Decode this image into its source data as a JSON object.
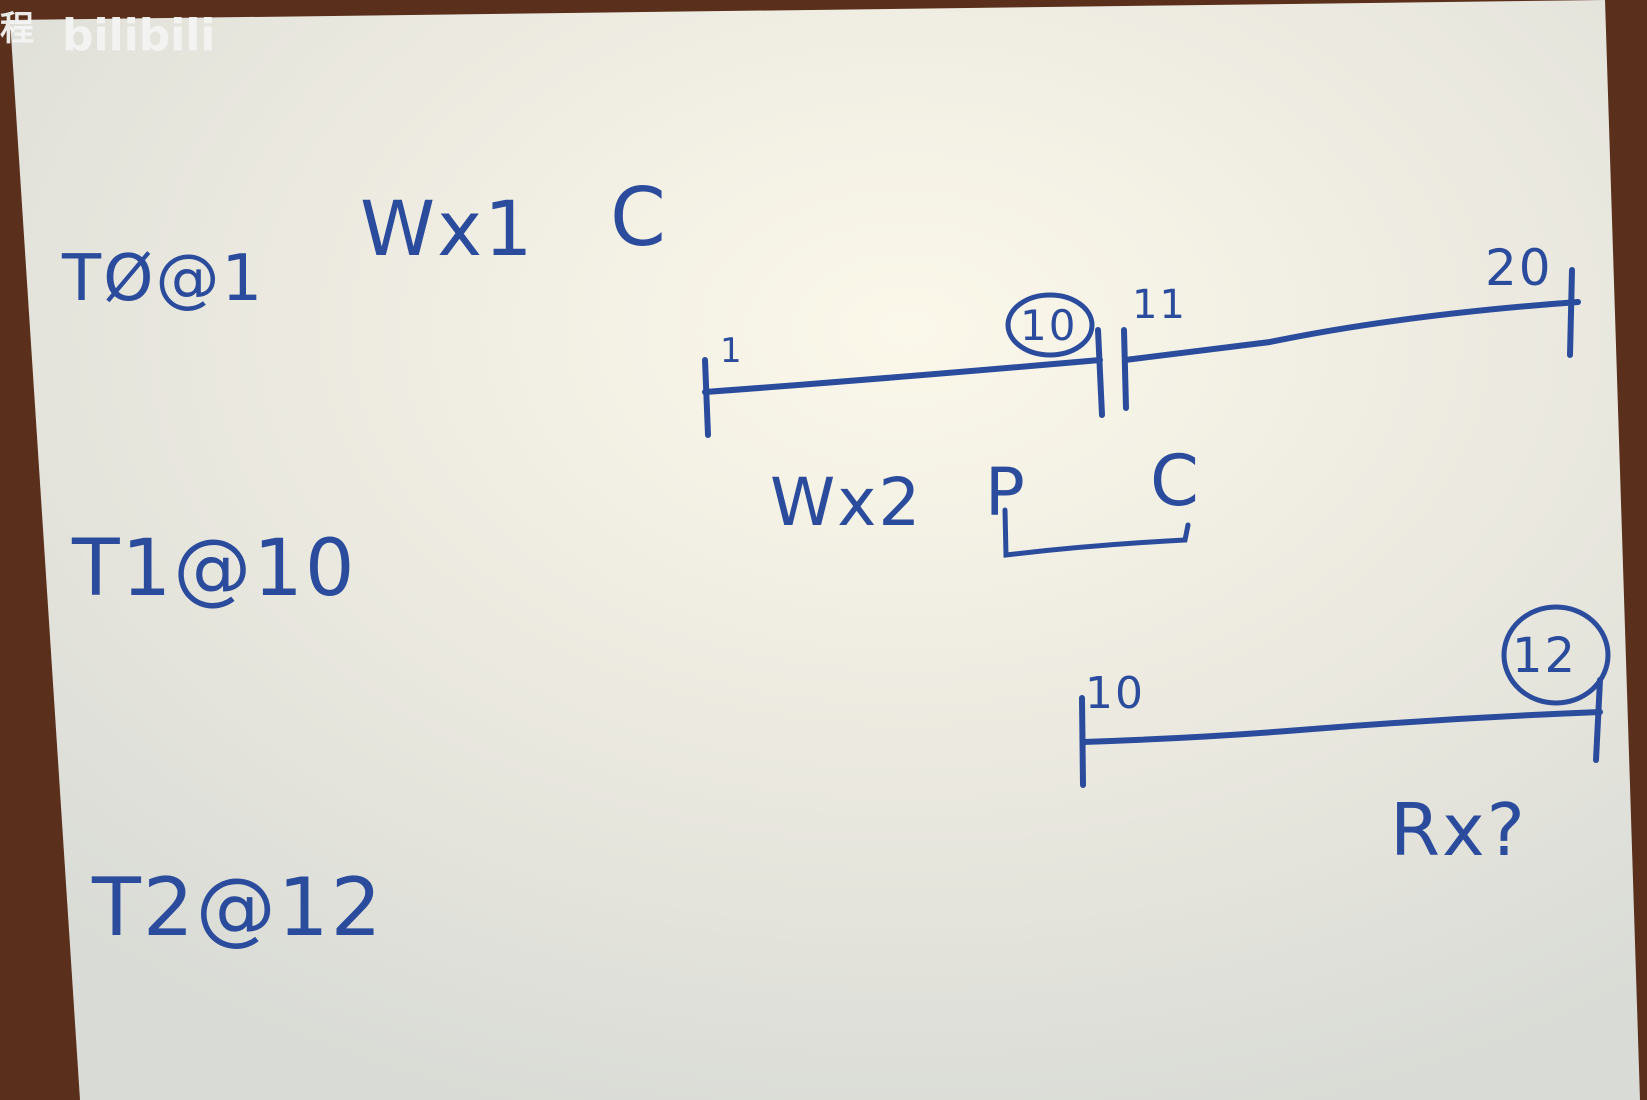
{
  "watermark": {
    "prefix": "程",
    "logo_text": "bilibili",
    "color": "#f4f4f4"
  },
  "colors": {
    "ink": "#2b4c9c",
    "board": "#eeeee6",
    "background": "#5a2f1c"
  },
  "labels": {
    "t0": "TØ@1",
    "t1": "T1@10",
    "t2": "T2@12",
    "wx1": "Wx1",
    "c_top": "C",
    "wx2": "Wx2",
    "p": "P",
    "c_mid": "C",
    "rx": "Rx?"
  },
  "timeline1": {
    "start": "1",
    "end_circled": "10",
    "restart": "11",
    "end": "20"
  },
  "timeline2": {
    "start": "10",
    "end_circled": "12"
  }
}
